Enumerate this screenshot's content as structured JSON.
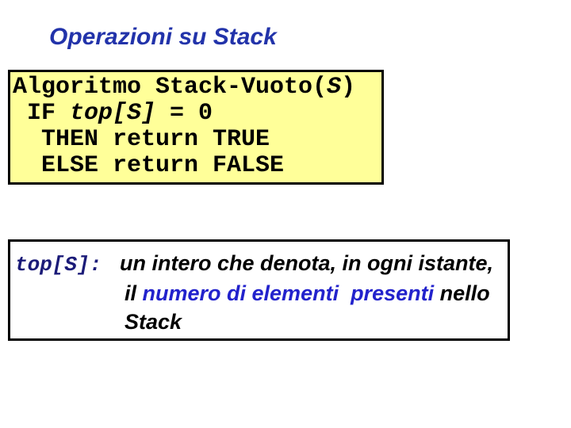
{
  "slide": {
    "background": "#ffffff"
  },
  "title": {
    "text": "Operazioni su Stack",
    "color": "#2233aa"
  },
  "code_box": {
    "background": "#ffff99",
    "border_color": "#000000",
    "text_color": "#000000",
    "lines": [
      {
        "pre": "Algoritmo Stack-Vuoto(",
        "italic": "S",
        "post": ")"
      },
      {
        "pre": " IF ",
        "italic": "top[S]",
        "post": " = 0"
      },
      {
        "pre": "  THEN return TRUE",
        "italic": "",
        "post": ""
      },
      {
        "pre": "  ELSE return FALSE",
        "italic": "",
        "post": ""
      }
    ]
  },
  "definition_box": {
    "background": "#ffffff",
    "border_color": "#000000",
    "term": "top[S]:",
    "term_color": "#1b1b78",
    "line1": "un intero che denota, in ogni istante,",
    "line2_black_start": "il ",
    "line2_blue": "numero di elementi  presenti",
    "line2_blue_color": "#2222cc",
    "line2_black_end": " nello",
    "line3": "Stack",
    "text_color": "#000000"
  }
}
